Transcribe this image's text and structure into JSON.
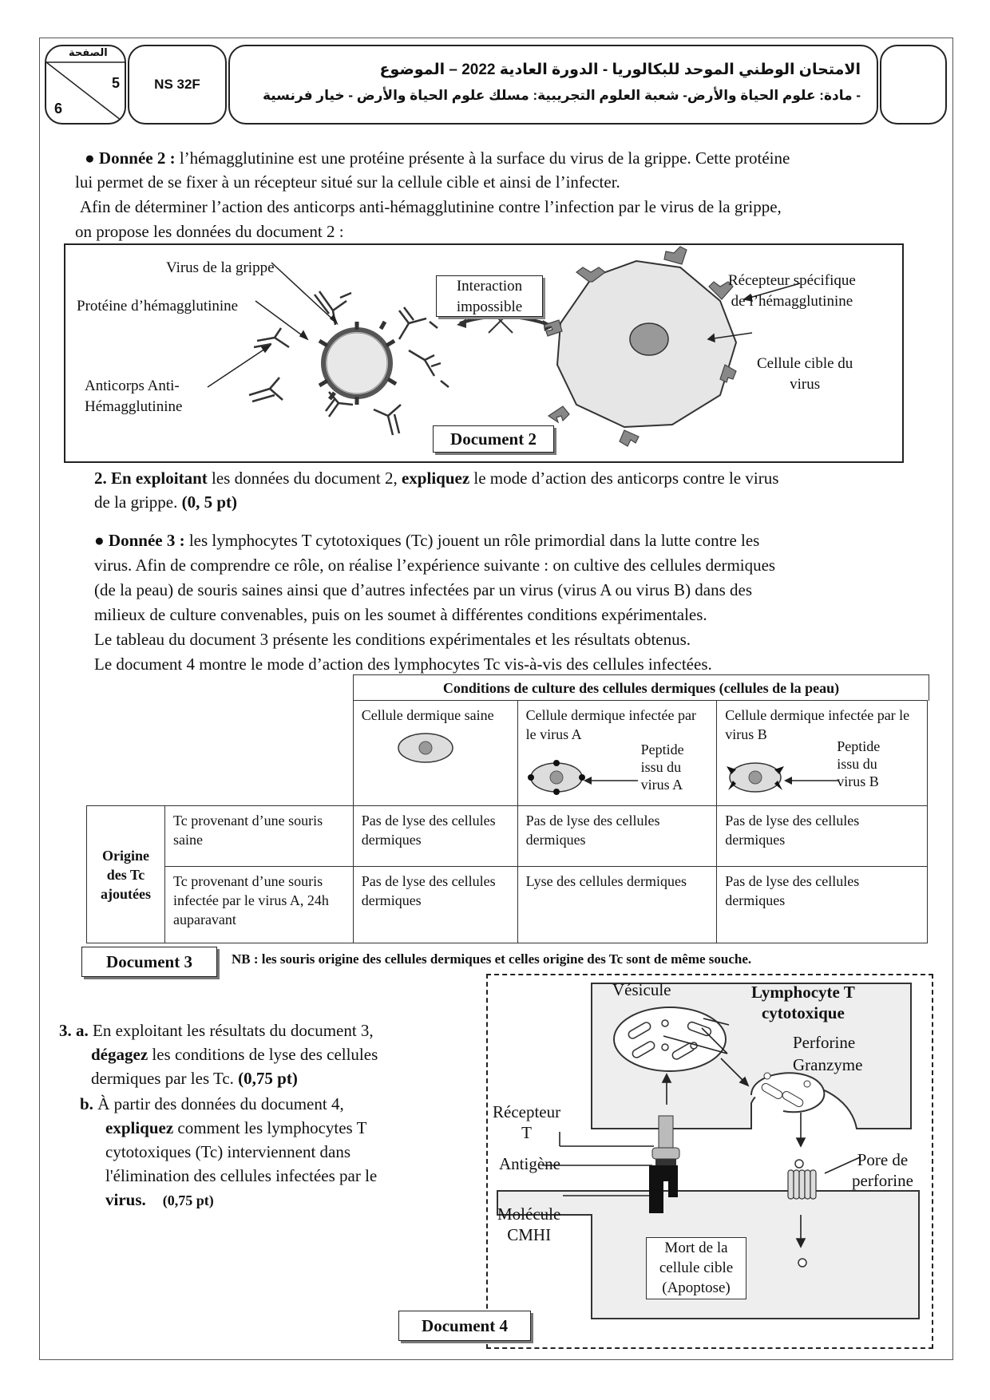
{
  "header": {
    "page_word": "الصفحة",
    "page_num": "5",
    "page_total": "6",
    "code": "NS 32F",
    "line1": "الامتحان الوطني الموحد للبكالوريا - الدورة العادية 2022 – الموضوع",
    "line2": "- مادة: علوم الحياة والأرض- شعبة العلوم التجريبية: مسلك علوم الحياة والأرض - خيار فرنسية"
  },
  "donnee2": {
    "label": "● Donnée 2 :",
    "text1": " l’hémagglutinine est une protéine présente à la surface du virus de la grippe. Cette protéine",
    "text2": "lui permet de se fixer à un récepteur situé sur la cellule cible et ainsi de l’infecter.",
    "text3": " Afin de déterminer l’action des anticorps anti-hémagglutinine contre l’infection par le virus de la grippe,",
    "text4": "on propose les données du document 2 :"
  },
  "doc2": {
    "virus": "Virus de la grippe",
    "proteine": "Protéine d’hémagglutinine",
    "anticorps1": "Anticorps Anti-",
    "anticorps2": "Hémagglutinine",
    "interaction1": "Interaction",
    "interaction2": "impossible",
    "recepteur1": "Récepteur spécifique",
    "recepteur2": "de l’hémagglutinine",
    "cellule1": "Cellule cible du",
    "cellule2": "virus",
    "label": "Document 2"
  },
  "q2": {
    "num": "2. En exploitant",
    "t1": " les données du document 2, ",
    "b1": "expliquez",
    "t2": " le mode d’action des anticorps contre le virus",
    "t3": "de la grippe. ",
    "pts": "(0, 5 pt)"
  },
  "donnee3": {
    "label": "● Donnée 3 :",
    "text1": " les lymphocytes T cytotoxiques (Tc) jouent un rôle primordial dans la lutte contre les",
    "text2": "virus. Afin de comprendre ce rôle, on réalise l’expérience suivante : on cultive des cellules dermiques",
    "text3": "(de la peau) de souris saines ainsi que d’autres infectées par un virus (virus A ou virus B) dans des",
    "text4": "milieux de culture convenables, puis on les soumet à différentes conditions expérimentales.",
    "text5": " Le tableau du document 3 présente les conditions expérimentales et les résultats obtenus.",
    "text6": " Le document 4 montre le mode d’action des lymphocytes Tc vis-à-vis des cellules infectées."
  },
  "doc3": {
    "header": "Conditions de culture des cellules dermiques (cellules de la peau)",
    "col1": "Cellule dermique saine",
    "col2": "Cellule dermique infectée par le virus A",
    "col3": "Cellule dermique infectée par le virus B",
    "peptide_a1": "Peptide",
    "peptide_a2": "issu du",
    "peptide_a3": "virus A",
    "peptide_b1": "Peptide",
    "peptide_b2": "issu du",
    "peptide_b3": "virus B",
    "origin1": "Origine",
    "origin2": "des Tc",
    "origin3": "ajoutées",
    "row1_label": "Tc provenant d’une souris saine",
    "row2_label": "Tc provenant d’une souris infectée par le virus A, 24h auparavant",
    "r1c1": "Pas de lyse des cellules dermiques",
    "r1c2": "Pas de lyse des cellules dermiques",
    "r1c3": "Pas de lyse des cellules dermiques",
    "r2c1": "Pas de lyse des cellules dermiques",
    "r2c2": "Lyse des cellules dermiques",
    "r2c3": "Pas de lyse des cellules dermiques",
    "label": "Document 3",
    "nb": "NB : les souris origine des cellules dermiques et celles origine des Tc sont de même souche."
  },
  "q3": {
    "a_num": "3. a.",
    "a_t1": " En exploitant les résultats du document 3,",
    "a_b": "dégagez",
    "a_t2": " les conditions de lyse des cellules",
    "a_t3": "dermiques par les Tc. ",
    "a_pts": "(0,75 pt)",
    "b_num": "b.",
    "b_t1": " À partir des données du document 4,",
    "b_b": "expliquez",
    "b_t2": " comment les lymphocytes T",
    "b_t3": "cytotoxiques (Tc) interviennent dans",
    "b_t4": "l'élimination des cellules infectées par le",
    "b_t5": "virus.",
    "b_pts": "(0,75 pt)"
  },
  "doc4": {
    "vesicule": "Vésicule",
    "lympho1": "Lymphocyte T",
    "lympho2": "cytotoxique",
    "perforine": "Perforine",
    "granzyme": "Granzyme",
    "recepteur1": "Récepteur",
    "recepteur2": "T",
    "antigene": "Antigène",
    "molecule1": "Molécule",
    "molecule2": "CMHI",
    "pore1": "Pore de",
    "pore2": "perforine",
    "mort1": "Mort de la",
    "mort2": "cellule cible",
    "mort3": "(Apoptose)",
    "label": "Document 4"
  }
}
